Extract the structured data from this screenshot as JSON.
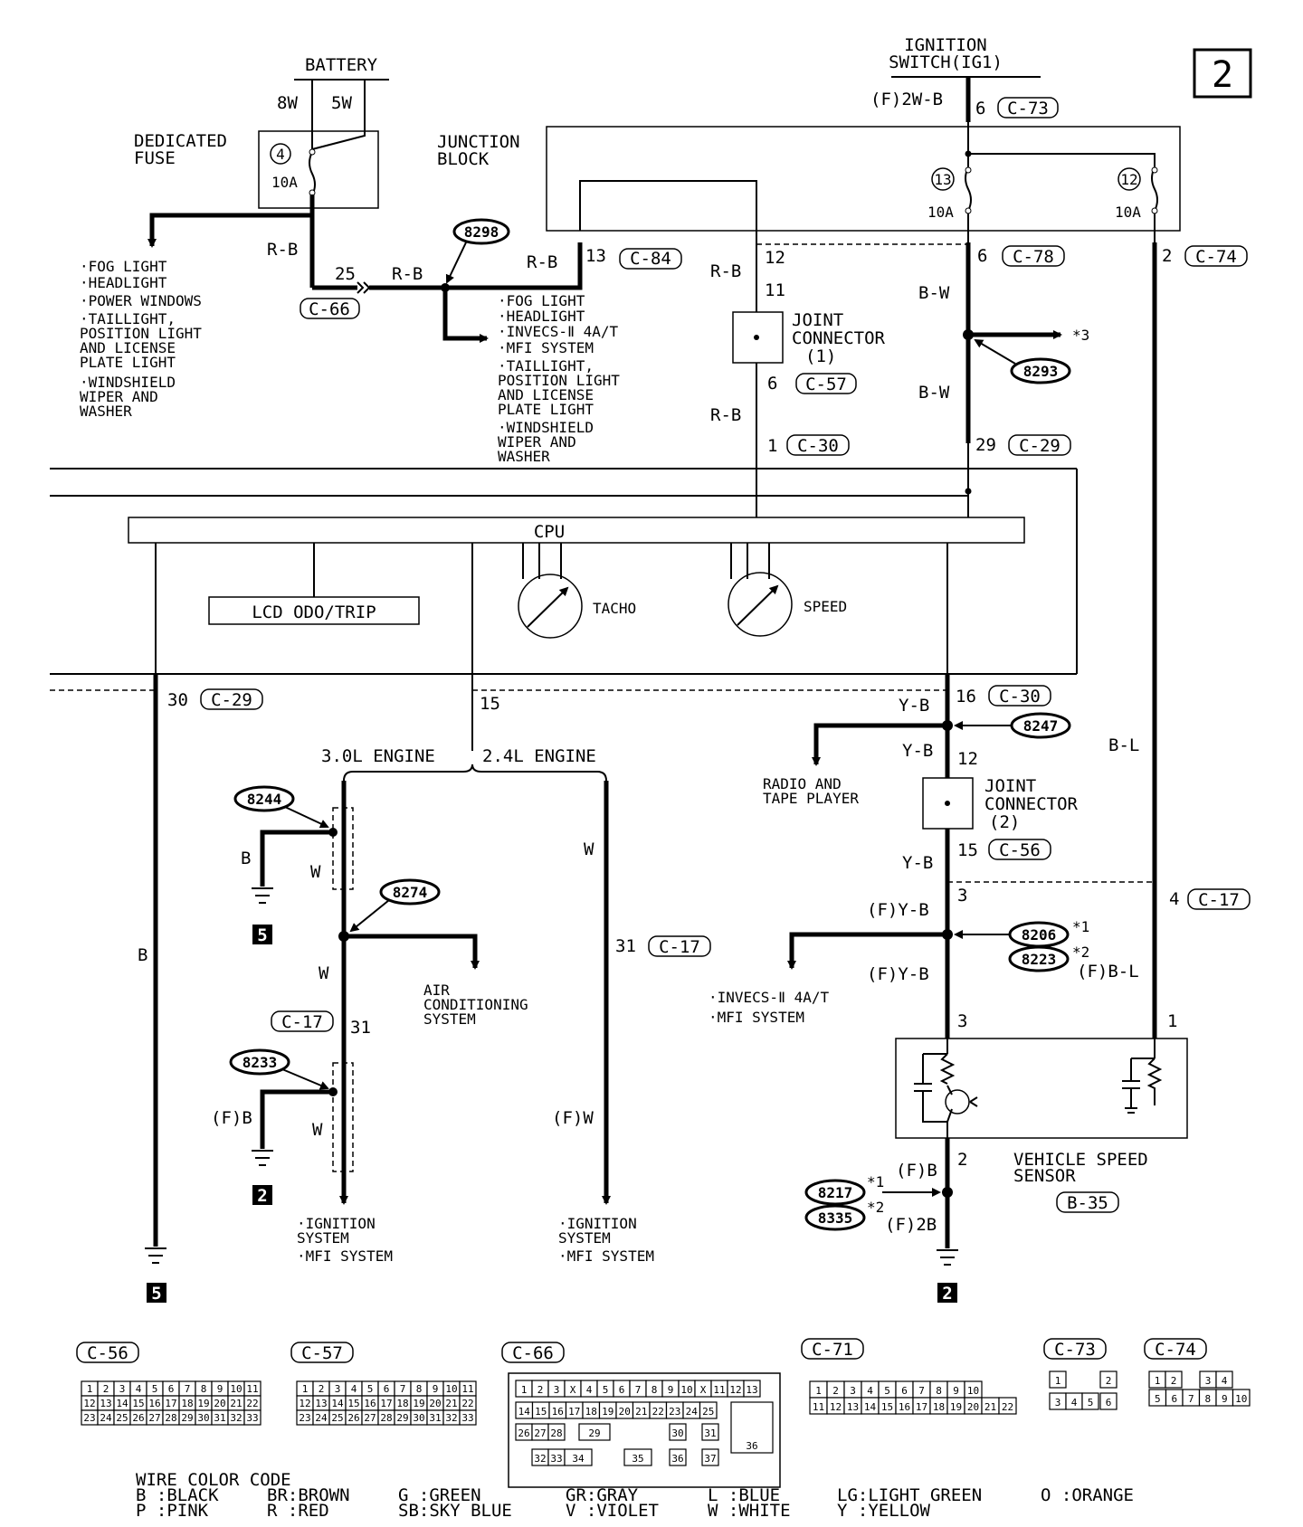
{
  "page_number": "2",
  "power": {
    "battery": "BATTERY",
    "battery_8w": "8W",
    "battery_5w": "5W",
    "dedicated_fuse": [
      "DEDICATED",
      "FUSE"
    ],
    "fuse4_num": "4",
    "fuse4_amp": "10A",
    "ignition_switch": [
      "IGNITION",
      "SWITCH(IG1)"
    ],
    "ig_wire": "(F)2W-B",
    "ig_pin": "6",
    "ig_conn": "C-73",
    "junction_block": [
      "JUNCTION",
      "BLOCK"
    ],
    "fuse13_num": "13",
    "fuse12_num": "12",
    "fuse13_amp": "10A",
    "fuse12_amp": "10A"
  },
  "fuse_loads_left": [
    "·FOG LIGHT",
    "·HEADLIGHT",
    "·POWER WINDOWS",
    "·TAILLIGHT,",
    " POSITION LIGHT",
    " AND LICENSE",
    " PLATE LIGHT",
    "·WINDSHIELD",
    " WIPER AND",
    " WASHER"
  ],
  "fuse_loads_mid": [
    "·FOG LIGHT",
    "·HEADLIGHT",
    "·INVECS-Ⅱ 4A/T",
    "·MFI SYSTEM",
    "·TAILLIGHT,",
    " POSITION LIGHT",
    " AND LICENSE",
    " PLATE LIGHT",
    "·WINDSHIELD",
    " WIPER AND",
    " WASHER"
  ],
  "wires": {
    "rb1": "R-B",
    "rb2": "R-B",
    "rb3": "R-B",
    "rb4": "R-B",
    "rb5": "R-B",
    "bw1": "B-W",
    "bw2": "B-W",
    "yb1": "Y-B",
    "yb2": "Y-B",
    "yb3": "Y-B",
    "fyb1": "(F)Y-B",
    "fyb2": "(F)Y-B",
    "fbl": "(F)B-L",
    "bl": "B-L",
    "b_left": "B",
    "b_g5": "B",
    "fb_g2": "(F)B",
    "w1": "W",
    "w2": "W",
    "w3": "W",
    "w4": "W",
    "fw": "(F)W",
    "fb_vss": "(F)B",
    "f2b": "(F)2B"
  },
  "pins": {
    "p25": "25",
    "p13": "13",
    "p12a": "12",
    "p11": "11",
    "p6jc": "6",
    "p1": "1",
    "p6jb": "6",
    "p29": "29",
    "p2jb": "2",
    "p30": "30",
    "p15a": "15",
    "p16": "16",
    "p12b": "12",
    "p15b": "15",
    "p3a": "3",
    "p3b": "3",
    "p4": "4",
    "p1b": "1",
    "p2vss": "2",
    "p31a": "31",
    "p31b": "31"
  },
  "connectors": {
    "c66": "C-66",
    "c84": "C-84",
    "c57": "C-57",
    "c30a": "C-30",
    "c78": "C-78",
    "c29a": "C-29",
    "c74": "C-74",
    "c29b": "C-29",
    "c30b": "C-30",
    "c56": "C-56",
    "c17a": "C-17",
    "c17b": "C-17",
    "c17c": "C-17",
    "b35": "B-35"
  },
  "splices": [
    "8298",
    "8293",
    "8247",
    "8244",
    "8274",
    "8233",
    "8206",
    "8223",
    "8217",
    "8335"
  ],
  "splice_notes": {
    "s8206": "*1",
    "s8223": "*2",
    "s8217": "*1",
    "s8335": "*2",
    "star3": "*3"
  },
  "components": {
    "joint1": [
      "JOINT",
      "CONNECTOR",
      "(1)"
    ],
    "joint2": [
      "JOINT",
      "CONNECTOR",
      "(2)"
    ],
    "cpu": "CPU",
    "lcd": "LCD ODO/TRIP",
    "tacho": "TACHO",
    "speed": "SPEED",
    "vss": [
      "VEHICLE SPEED",
      "SENSOR"
    ]
  },
  "engines": {
    "e30": "3.0L ENGINE",
    "e24": "2.4L ENGINE"
  },
  "loads": {
    "radio": [
      "RADIO AND",
      "TAPE PLAYER"
    ],
    "aircon": [
      "AIR",
      "CONDITIONING",
      "SYSTEM"
    ],
    "invecs": [
      "·INVECS-Ⅱ 4A/T",
      "·MFI SYSTEM"
    ],
    "ign1": [
      "·IGNITION",
      " SYSTEM",
      "·MFI SYSTEM"
    ],
    "ign2": [
      "·IGNITION",
      " SYSTEM",
      "·MFI SYSTEM"
    ]
  },
  "grounds": {
    "g5a": "5",
    "g2a": "2",
    "g5b": "5",
    "g2b": "2"
  },
  "connector_views": {
    "c56": "C-56",
    "c57": "C-57",
    "c66": "C-66",
    "c71": "C-71",
    "c73": "C-73",
    "c74": "C-74",
    "c56_rows": [
      [
        "1",
        "2",
        "3",
        "4",
        "5",
        "6",
        "7",
        "8",
        "9",
        "10",
        "11"
      ],
      [
        "12",
        "13",
        "14",
        "15",
        "16",
        "17",
        "18",
        "19",
        "20",
        "21",
        "22"
      ],
      [
        "23",
        "24",
        "25",
        "26",
        "27",
        "28",
        "29",
        "30",
        "31",
        "32",
        "33"
      ]
    ],
    "c57_rows": [
      [
        "1",
        "2",
        "3",
        "4",
        "5",
        "6",
        "7",
        "8",
        "9",
        "10",
        "11"
      ],
      [
        "12",
        "13",
        "14",
        "15",
        "16",
        "17",
        "18",
        "19",
        "20",
        "21",
        "22"
      ],
      [
        "23",
        "24",
        "25",
        "26",
        "27",
        "28",
        "29",
        "30",
        "31",
        "32",
        "33"
      ]
    ],
    "c66_row1": [
      "1",
      "2",
      "3",
      "X",
      "4",
      "5",
      "6",
      "7",
      "8",
      "9",
      "10",
      "X",
      "11",
      "12",
      "13"
    ],
    "c66_row2": [
      "14",
      "15",
      "16",
      "17",
      "18",
      "19",
      "20",
      "21",
      "22",
      "23",
      "24",
      "25"
    ],
    "c66_row3": [
      "26",
      "27",
      "28",
      "29",
      "30",
      "31"
    ],
    "c66_row4": [
      "32",
      "33",
      "34",
      "35",
      "36",
      "37"
    ],
    "c66_big": "36",
    "c71_rows": [
      [
        "1",
        "2",
        "3",
        "4",
        "5",
        "6",
        "7",
        "8",
        "9",
        "10"
      ],
      [
        "11",
        "12",
        "13",
        "14",
        "15",
        "16",
        "17",
        "18",
        "19",
        "20",
        "21",
        "22"
      ]
    ],
    "c73_pins": [
      "1",
      "2",
      "3",
      "4",
      "5",
      "6"
    ],
    "c74_pins": [
      "1",
      "2",
      "3",
      "4",
      "5",
      "6",
      "7",
      "8",
      "9",
      "10"
    ]
  },
  "wire_color_code": {
    "title": "WIRE COLOR CODE",
    "row1": [
      "B :BLACK",
      "BR:BROWN",
      "G :GREEN",
      "GR:GRAY",
      "L :BLUE",
      "LG:LIGHT GREEN",
      "O :ORANGE"
    ],
    "row2": [
      "P :PINK",
      "R :RED",
      "SB:SKY BLUE",
      "V :VIOLET",
      "W :WHITE",
      "Y :YELLOW"
    ]
  }
}
